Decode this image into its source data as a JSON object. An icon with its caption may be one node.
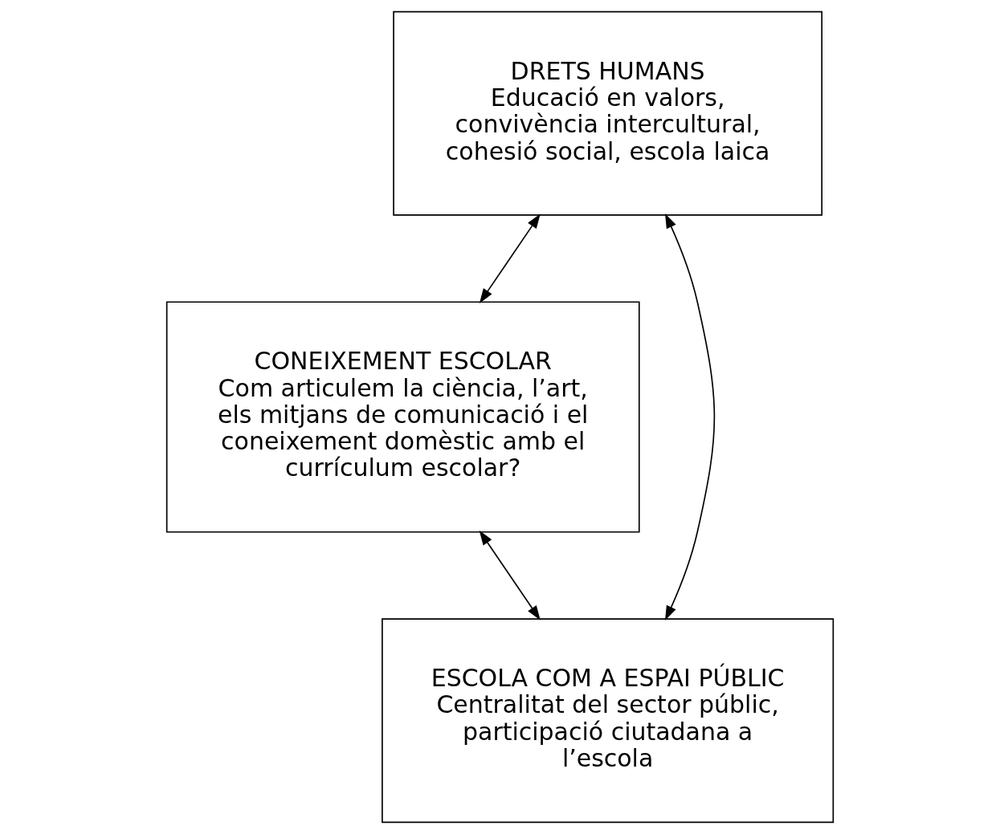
{
  "diagram": {
    "nodes": [
      {
        "text": [
          "DRETS HUMANS",
          "Educació en valors, convivència intercultural, cohesió social, escola laica"
        ]
      },
      {
        "text": [
          "CONEIXEMENT ESCOLAR",
          "Com articulem la ciència, l’art, els mitjans de comunicació i el coneixement domèstic amb el currículum escolar?"
        ]
      },
      {
        "text": [
          "ESCOLA COM A ESPAI PÚBLIC",
          "Centralitat del sector públic, participació ciutadana a l’escola"
        ]
      }
    ],
    "edges": [
      {
        "from": 0,
        "to": 2,
        "arrow": "both"
      },
      {
        "from": 0,
        "to": 1,
        "arrow": "both"
      },
      {
        "from": 1,
        "to": 2,
        "arrow": "both"
      }
    ]
  }
}
